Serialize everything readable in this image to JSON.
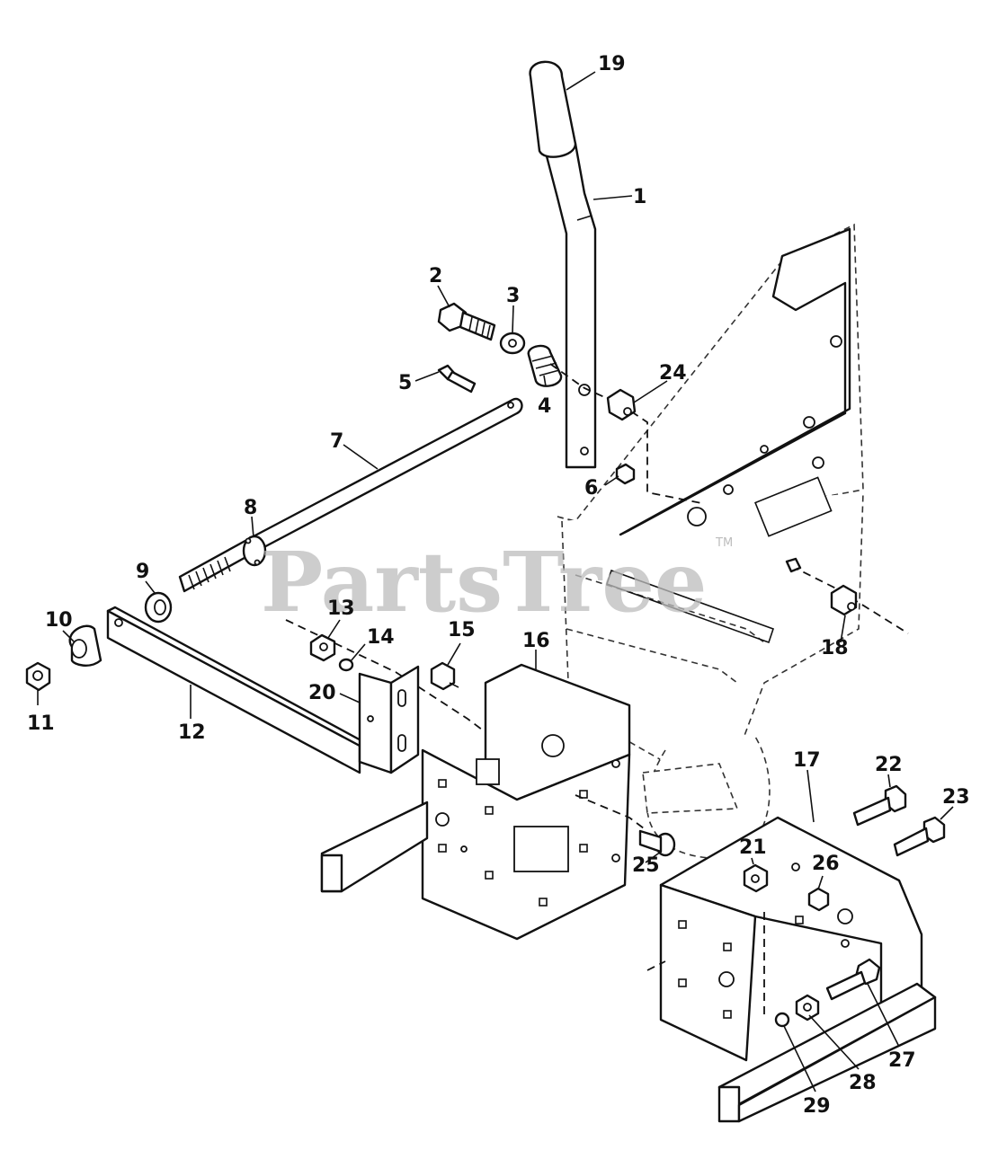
{
  "watermark": {
    "text": "PartsTree",
    "trademark": "TM"
  },
  "callouts": {
    "c1": "1",
    "c2": "2",
    "c3": "3",
    "c4": "4",
    "c5": "5",
    "c6": "6",
    "c7": "7",
    "c8": "8",
    "c9": "9",
    "c10": "10",
    "c11": "11",
    "c12": "12",
    "c13": "13",
    "c14": "14",
    "c15": "15",
    "c16": "16",
    "c17": "17",
    "c18": "18",
    "c19": "19",
    "c20": "20",
    "c21": "21",
    "c22": "22",
    "c23": "23",
    "c24": "24",
    "c25": "25",
    "c26": "26",
    "c27": "27",
    "c28": "28",
    "c29": "29"
  }
}
